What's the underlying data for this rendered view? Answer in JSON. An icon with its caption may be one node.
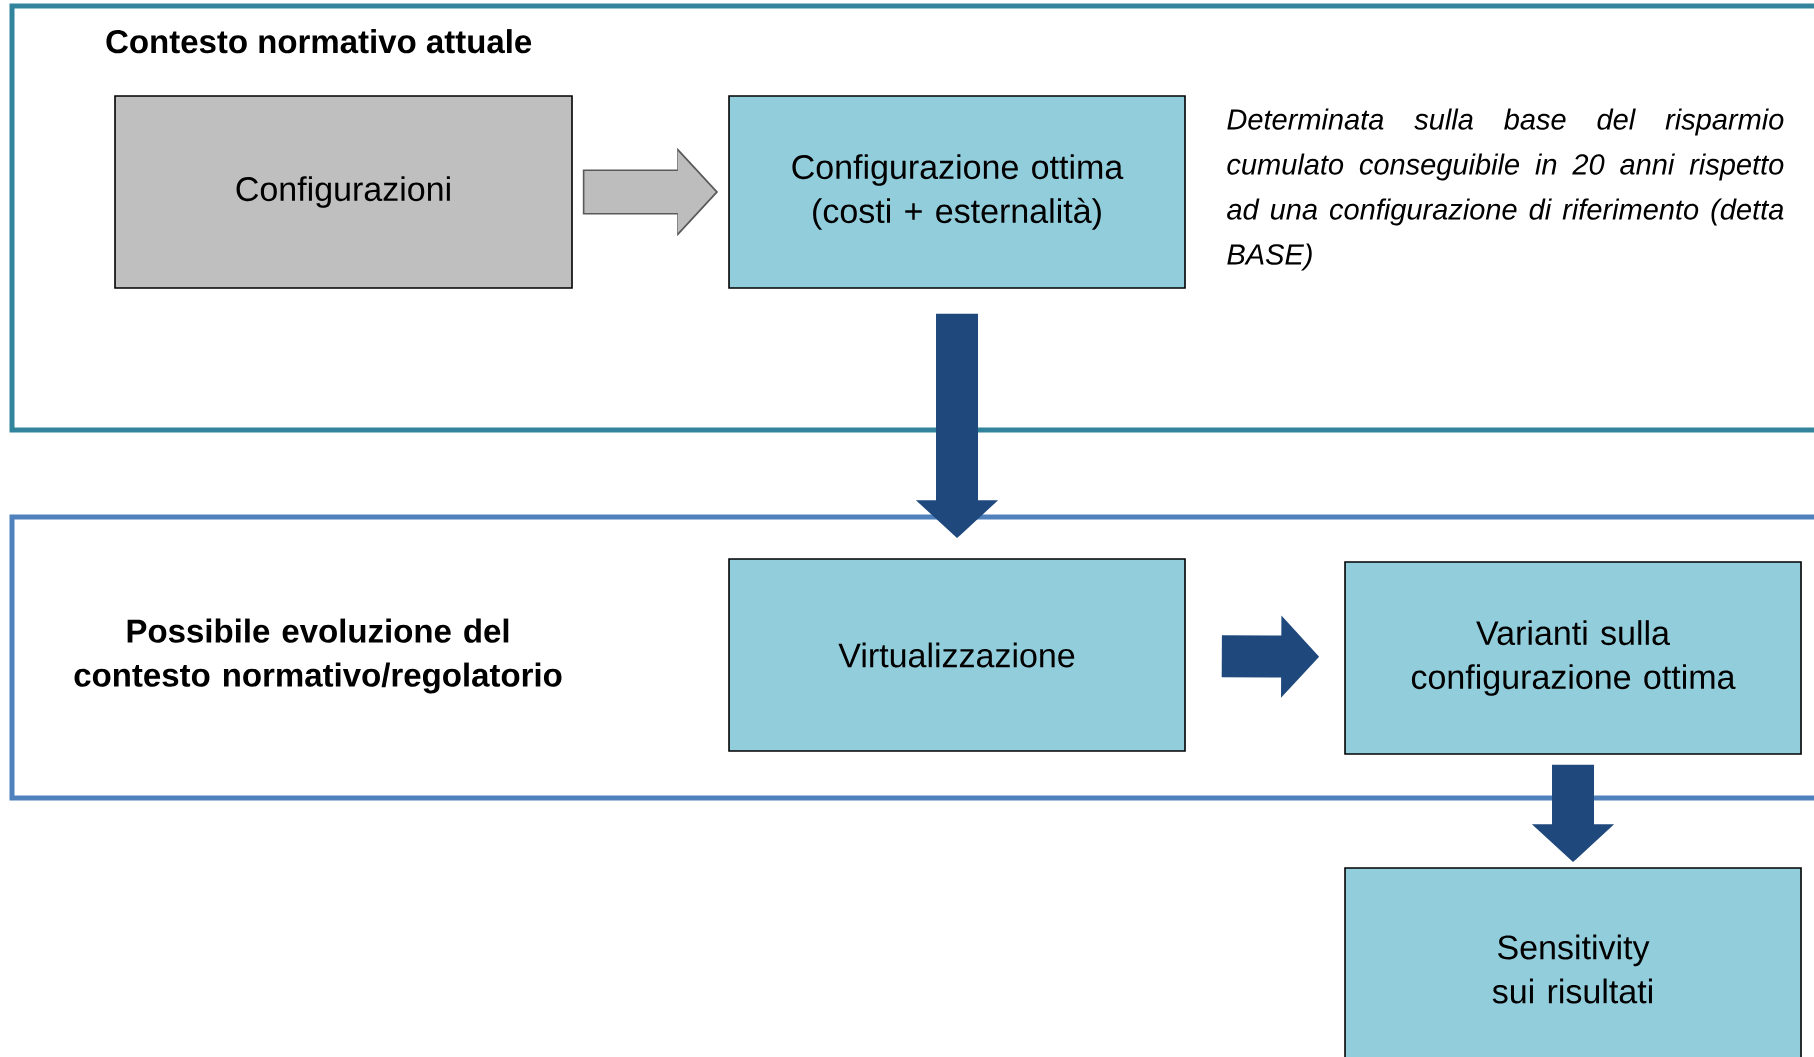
{
  "diagram": {
    "nodes": [
      {
        "text": [
          "Contesto normativo attuale"
        ]
      },
      {
        "text": [
          "Configurazioni"
        ],
        "in": 0
      },
      {
        "text": [
          "Configurazione ottima (costi + esternalità)"
        ],
        "in": 0,
        "beside": [
          "Determinata sulla base del risparmio cumulato conseguibile in 20 anni rispetto ad una configurazione di riferimento (detta BASE)"
        ]
      },
      {
        "text": [
          "Possibile evoluzione del contesto normativo/regolatorio"
        ]
      },
      {
        "text": [
          "Virtualizzazione"
        ],
        "in": 3
      },
      {
        "text": [
          "Varianti sulla configurazione ottima"
        ],
        "in": 3
      },
      {
        "text": [
          "Sensitivity sui risultati"
        ]
      }
    ],
    "edges": [
      {
        "from": 1,
        "to": 2,
        "arrow": "to",
        "color": "#595959"
      },
      {
        "from": 2,
        "to": 4,
        "arrow": "to"
      },
      {
        "from": 4,
        "to": 5,
        "arrow": "to"
      },
      {
        "from": 5,
        "to": 6,
        "arrow": "to"
      }
    ]
  }
}
